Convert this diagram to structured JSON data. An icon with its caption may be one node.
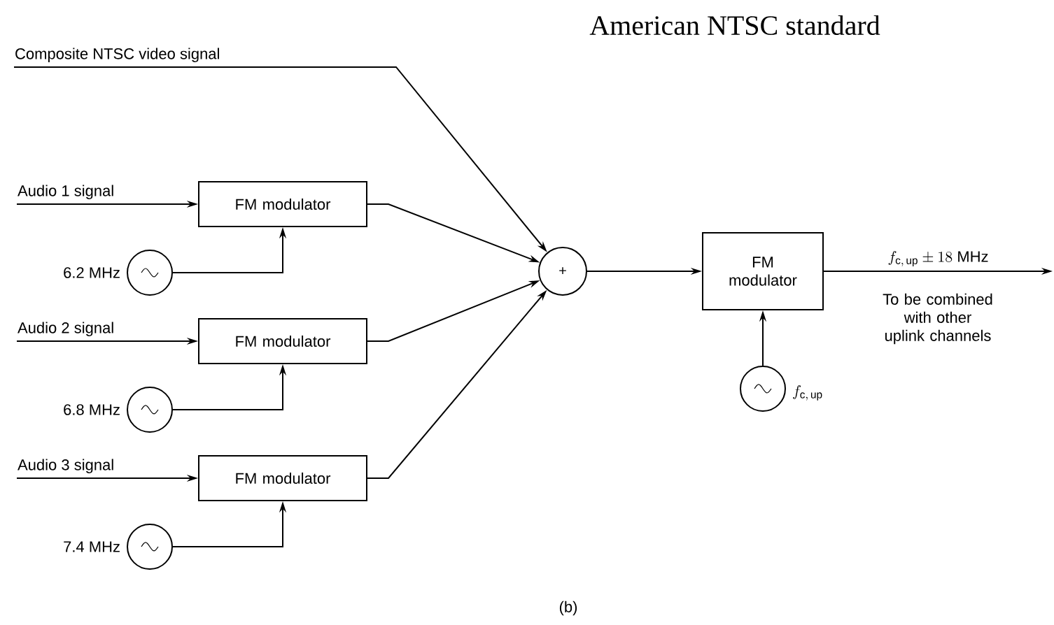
{
  "diagram": {
    "title": "American NTSC standard",
    "caption": "(b)",
    "nodes": [
      {
        "text": [
          "Composite NTSC video signal"
        ]
      },
      {
        "text": [
          "Audio 1 signal"
        ]
      },
      {
        "text": [
          "FM modulator"
        ]
      },
      {
        "text": [],
        "shape": "circle",
        "beside": [
          "6.2 MHz"
        ]
      },
      {
        "text": [
          "Audio 2 signal"
        ]
      },
      {
        "text": [
          "FM modulator"
        ]
      },
      {
        "text": [],
        "shape": "circle",
        "beside": [
          "6.8 MHz"
        ]
      },
      {
        "text": [
          "Audio 3 signal"
        ]
      },
      {
        "text": [
          "FM modulator"
        ]
      },
      {
        "text": [],
        "shape": "circle",
        "beside": [
          "7.4 MHz"
        ]
      },
      {
        "text": [
          "+"
        ]
      },
      {
        "text": [
          "FM modulator"
        ]
      },
      {
        "text": [],
        "shape": "circle",
        "beside": [
          "f_{\\mathrm{c,\\,up}}"
        ]
      }
    ],
    "edges": [
      {
        "from": 0,
        "to": 10,
        "arrow": "to"
      },
      {
        "from": 1,
        "to": 2,
        "arrow": "to"
      },
      {
        "from": 3,
        "to": 2,
        "arrow": "to"
      },
      {
        "from": 2,
        "to": 10,
        "arrow": "to"
      },
      {
        "from": 4,
        "to": 5,
        "arrow": "to"
      },
      {
        "from": 6,
        "to": 5,
        "arrow": "to"
      },
      {
        "from": 5,
        "to": 10,
        "arrow": "to"
      },
      {
        "from": 7,
        "to": 8,
        "arrow": "to"
      },
      {
        "from": 9,
        "to": 8,
        "arrow": "to"
      },
      {
        "from": 8,
        "to": 10,
        "arrow": "to"
      },
      {
        "from": 10,
        "to": 11,
        "arrow": "to"
      },
      {
        "from": 12,
        "to": 11,
        "arrow": "to"
      },
      {
        "from": 11,
        "to": null,
        "arrow": "to",
        "label": "f_{\\mathrm{c,\\,up}} \\pm 18\\ \\mathrm{MHz}"
      }
    ],
    "labels": [
      "To be combined with other uplink channels"
    ]
  }
}
